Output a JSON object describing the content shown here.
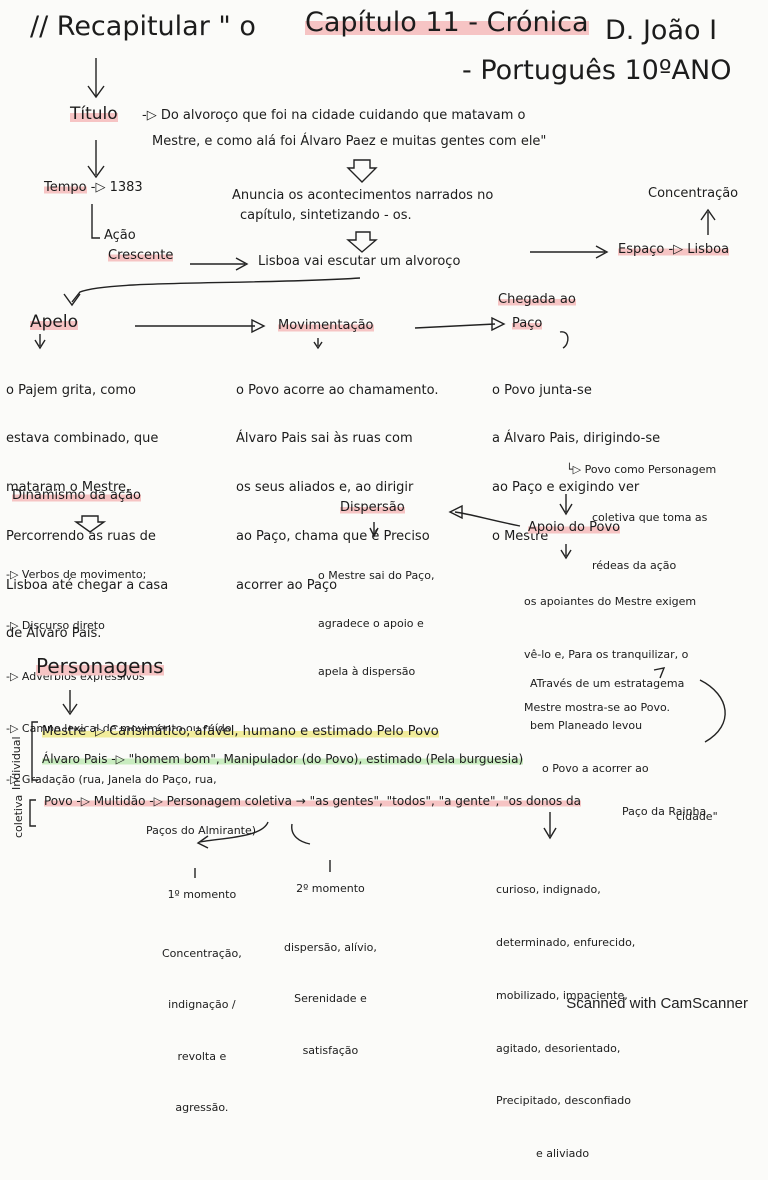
{
  "header": {
    "line1": "// Recapitular \" o",
    "chapter": "Capítulo 11 - Crónica",
    "king": "D. João I",
    "line2": "- Português 10ºANO"
  },
  "titulo": {
    "label": "Título",
    "text1": "-▷ Do alvoroço que foi na cidade cuidando que matavam o",
    "text2": "Mestre, e como alá foi Álvaro Paez e muitas gentes com ele\""
  },
  "tempo": {
    "label": "Tempo",
    "value": "-▷ 1383"
  },
  "anuncia": {
    "line1": "Anuncia os acontecimentos narrados no",
    "line2": "capítulo, sintetizando - os."
  },
  "concentracao": "Concentração",
  "acao": {
    "label": "Ação",
    "value": "Crescente"
  },
  "lisboa_line": "Lisboa vai escutar um alvoroço",
  "espaco": "Espaço -▷ Lisboa",
  "chegada": {
    "line1": "Chegada ao",
    "line2": "Paço"
  },
  "apelo": {
    "label": "Apelo",
    "lines": [
      "o Pajem grita, como",
      "estava combinado, que",
      "mataram o Mestre,",
      "Percorrendo as ruas de",
      "Lisboa até chegar a casa",
      "de Álvaro Pais."
    ]
  },
  "movimentacao": {
    "label": "Movimentação",
    "lines": [
      "o Povo acorre ao chamamento.",
      "Álvaro Pais sai às ruas com",
      "os seus aliados e, ao dirigir",
      "ao Paço, chama que é Preciso",
      "acorrer ao Paço"
    ]
  },
  "chegada_text": {
    "lines": [
      "o Povo junta-se",
      "a Álvaro Pais, dirigindo-se",
      "ao Paço e exigindo ver",
      "o Mestre"
    ]
  },
  "povo_personagem": {
    "lines": [
      "└▷ Povo como Personagem",
      "coletiva que toma as",
      "rédeas da ação"
    ]
  },
  "dinamismo": {
    "label": "Dinamismo da ação",
    "items": [
      "-▷ Verbos de movimento;",
      "-▷ Discurso direto",
      "-▷ Advérbios expressivos",
      "-▷ Campo lexical de movimento ou ruído",
      "-▷ Gradação (rua, Janela do Paço, rua,",
      "Paços do Almirante)"
    ]
  },
  "dispersao": {
    "label": "Dispersão",
    "lines": [
      "o Mestre sai do Paço,",
      "agradece o apoio e",
      "apela à dispersão"
    ]
  },
  "apoio": {
    "label": "Apoio do Povo",
    "lines": [
      "os apoiantes do Mestre exigem",
      "vê-lo e, Para os tranquilizar, o",
      "Mestre mostra-se ao Povo."
    ]
  },
  "personagens": {
    "label": "Personagens",
    "note": [
      "ATravés de um estratagema",
      "bem Planeado levou",
      "o Povo a acorrer ao",
      "Paço da Rainha"
    ],
    "individual": "Individual",
    "coletiva": "coletiva",
    "mestre": "Mestre -▷ Carismático, afável, humano e estimado Pelo Povo",
    "alvaro": "Álvaro Pais -▷ \"homem bom\", Manipulador (do Povo), estimado (Pela burguesia)",
    "povo": "Povo -▷ Multidão -▷ Personagem coletiva → \"as gentes\", \"todos\", \"a gente\", \"os donos da",
    "povo2": "cidade\""
  },
  "momento1": {
    "label": "1º momento",
    "lines": [
      "Concentração,",
      "indignação /",
      "revolta e",
      "agressão."
    ]
  },
  "momento2": {
    "label": "2º momento",
    "lines": [
      "dispersão, alívio,",
      "Serenidade e",
      "satisfação"
    ]
  },
  "adjetivos": {
    "lines": [
      "curioso, indignado,",
      "determinado, enfurecido,",
      "mobilizado, impaciente,",
      "agitado, desorientado,",
      "Precipitado, desconfiado",
      "e aliviado"
    ]
  },
  "footer": "Scanned with CamScanner"
}
